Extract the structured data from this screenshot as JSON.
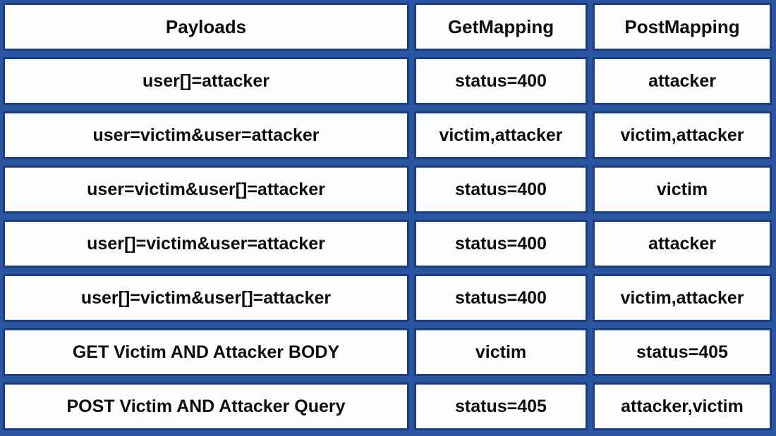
{
  "chart_data": {
    "type": "table",
    "title": "",
    "columns": [
      "Payloads",
      "GetMapping",
      "PostMapping"
    ],
    "rows": [
      [
        "user[]=attacker",
        "status=400",
        "attacker"
      ],
      [
        "user=victim&user=attacker",
        "victim,attacker",
        "victim,attacker"
      ],
      [
        "user=victim&user[]=attacker",
        "status=400",
        "victim"
      ],
      [
        "user[]=victim&user=attacker",
        "status=400",
        "attacker"
      ],
      [
        "user[]=victim&user[]=attacker",
        "status=400",
        "victim,attacker"
      ],
      [
        "GET Victim AND Attacker BODY",
        "victim",
        "status=405"
      ],
      [
        "POST Victim AND Attacker Query",
        "status=405",
        "attacker,victim"
      ]
    ],
    "layout_hints": {
      "grid": "separated-cells",
      "header_row": true
    }
  },
  "colors": {
    "background_blue": "#2a55a0",
    "cell_border_navy": "#1a3e7e",
    "cell_background": "#fcfcfc",
    "text": "#0d0d0d"
  }
}
